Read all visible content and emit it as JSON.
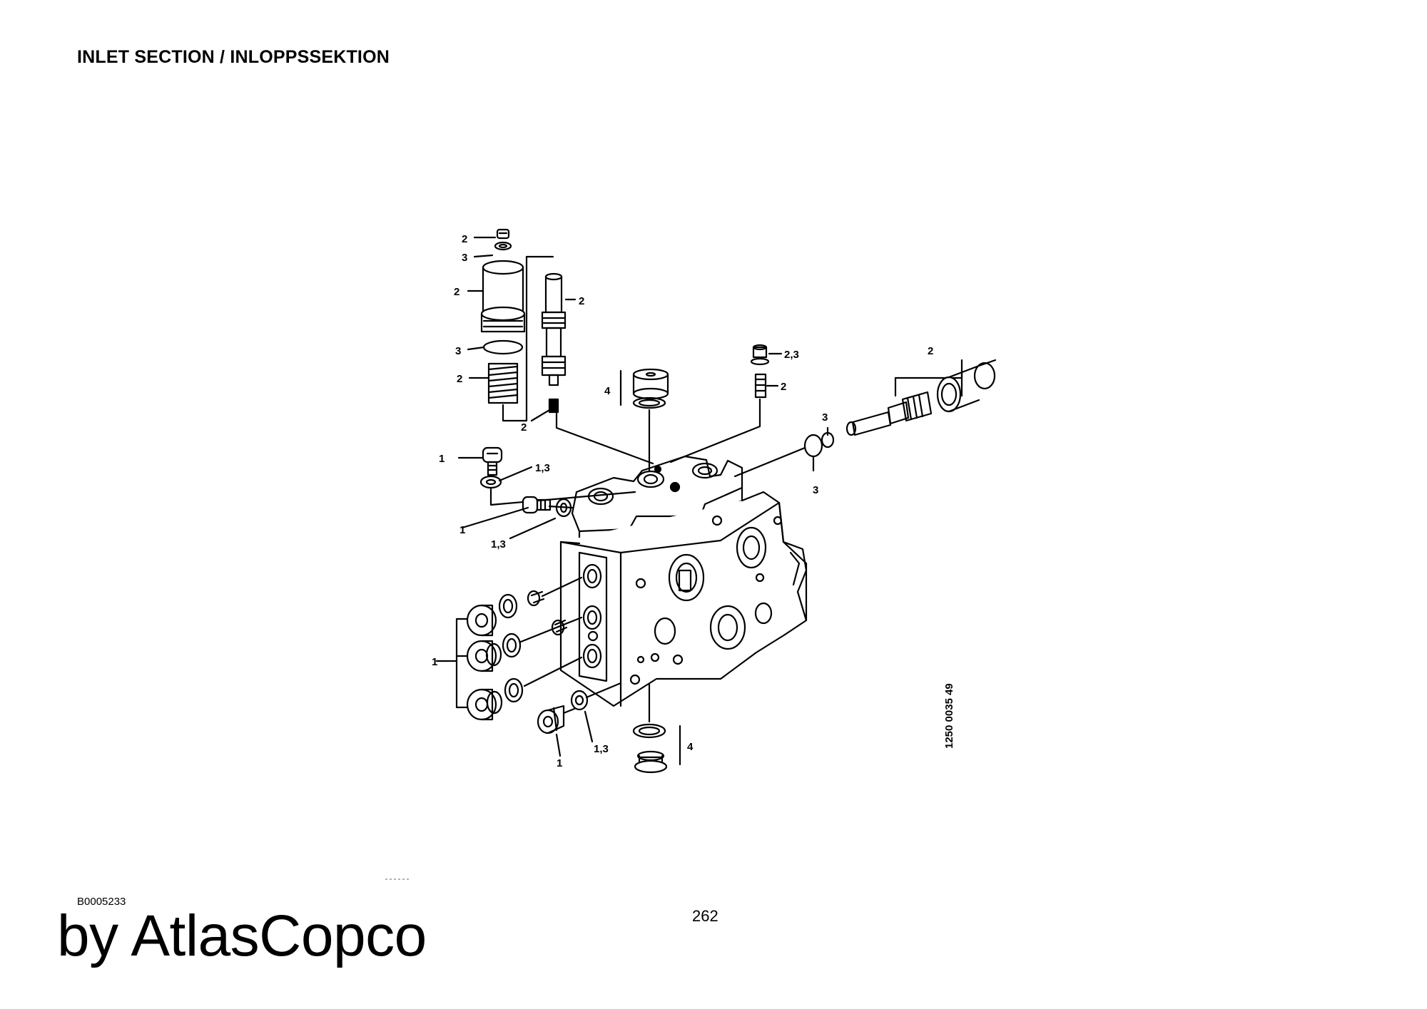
{
  "page": {
    "title": "INLET SECTION / INLOPPSSEKTION",
    "drawing_code": "B0005233",
    "page_number": "262",
    "brand": "by AtlasCopco"
  },
  "diagram": {
    "drawing_number": "1250 0035 49",
    "callouts": {
      "c1": "2",
      "c2": "3",
      "c3": "2",
      "c4": "2",
      "c5": "3",
      "c6": "2",
      "c7": "2",
      "c8": "4",
      "c9": "2,3",
      "c10": "2",
      "c11": "2",
      "c12": "3",
      "c13": "3",
      "c14": "1",
      "c15": "1,3",
      "c16": "1",
      "c17": "1,3",
      "c18": "1",
      "c19": "1",
      "c20": "1,3",
      "c21": "4"
    }
  }
}
